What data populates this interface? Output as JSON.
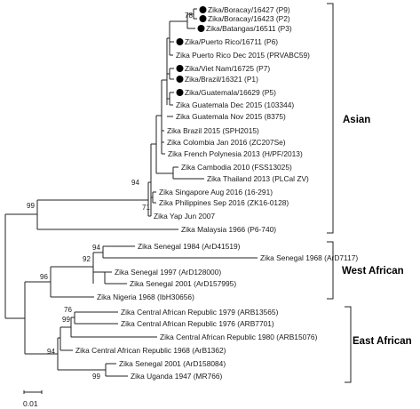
{
  "tips": [
    {
      "id": "t1",
      "label": "Zika/Boracay/16427 (P9)",
      "dot": true
    },
    {
      "id": "t2",
      "label": "Zika/Boracay/16423 (P2)",
      "dot": true
    },
    {
      "id": "t3",
      "label": "Zika/Batangas/16511 (P3)",
      "dot": true
    },
    {
      "id": "t4",
      "label": "Zika/Puerto Rico/16711 (P6)",
      "dot": true
    },
    {
      "id": "t5",
      "label": "Zika Puerto Rico Dec 2015 (PRVABC59)",
      "dot": false
    },
    {
      "id": "t6",
      "label": "Zika/Viet Nam/16725 (P7)",
      "dot": true
    },
    {
      "id": "t7",
      "label": "Zika/Brazil/16321 (P1)",
      "dot": true
    },
    {
      "id": "t8",
      "label": "Zika/Guatemala/16629 (P5)",
      "dot": true
    },
    {
      "id": "t9",
      "label": "Zika Guatemala Dec 2015 (103344)",
      "dot": false
    },
    {
      "id": "t10",
      "label": "Zika Guatemala Nov 2015 (8375)",
      "dot": false
    },
    {
      "id": "t11",
      "label": "Zika Brazil 2015 (SPH2015)",
      "dot": false
    },
    {
      "id": "t12",
      "label": "Zika Colombia Jan 2016 (ZC207Se)",
      "dot": false
    },
    {
      "id": "t13",
      "label": "Zika French Polynesia 2013 (H/PF/2013)",
      "dot": false
    },
    {
      "id": "t14",
      "label": "Zika Cambodia 2010 (FSS13025)",
      "dot": false
    },
    {
      "id": "t15",
      "label": "Zika Thailand 2013 (PLCal ZV)",
      "dot": false
    },
    {
      "id": "t16",
      "label": "Zika Singapore Aug 2016 (16-291)",
      "dot": false
    },
    {
      "id": "t17",
      "label": "Zika Philippines Sep 2016 (ZK16-0128)",
      "dot": false
    },
    {
      "id": "t18",
      "label": "Zika Yap Jun 2007",
      "dot": false
    },
    {
      "id": "t19",
      "label": "Zika Malaysia 1966 (P6-740)",
      "dot": false
    },
    {
      "id": "t20",
      "label": "Zika Senegal 1984 (ArD41519)",
      "dot": false
    },
    {
      "id": "t21",
      "label": "Zika Senegal 1968 (ArD7117)",
      "dot": false
    },
    {
      "id": "t22",
      "label": "Zika Senegal 1997 (ArD128000)",
      "dot": false
    },
    {
      "id": "t23",
      "label": "Zika Senegal 2001 (ArD157995)",
      "dot": false
    },
    {
      "id": "t24",
      "label": "Zika Nigeria 1968 (IbH30656)",
      "dot": false
    },
    {
      "id": "t25",
      "label": "Zika Central African Republic 1979 (ARB13565)",
      "dot": false
    },
    {
      "id": "t26",
      "label": "Zika Central African Republic 1976 (ARB7701)",
      "dot": false
    },
    {
      "id": "t27",
      "label": "Zika Central African Republic 1980 (ARB15076)",
      "dot": false
    },
    {
      "id": "t28",
      "label": "Zika Central African Republic 1968 (ArB1362)",
      "dot": false
    },
    {
      "id": "t29",
      "label": "Zika Senegal 2001 (ArD158084)",
      "dot": false
    },
    {
      "id": "t30",
      "label": "Zika Uganda 1947 (MR766)",
      "dot": false
    }
  ],
  "bootstrap": [
    {
      "id": "b78",
      "value": "78"
    },
    {
      "id": "b94a",
      "value": "94"
    },
    {
      "id": "b71",
      "value": "71"
    },
    {
      "id": "b99a",
      "value": "99"
    },
    {
      "id": "b94b",
      "value": "94"
    },
    {
      "id": "b92",
      "value": "92"
    },
    {
      "id": "b96",
      "value": "96"
    },
    {
      "id": "b76",
      "value": "76"
    },
    {
      "id": "b99b",
      "value": "99"
    },
    {
      "id": "b94c",
      "value": "94"
    },
    {
      "id": "b99c",
      "value": "99"
    }
  ],
  "clades": [
    {
      "id": "asian",
      "label": "Asian"
    },
    {
      "id": "west",
      "label": "West African"
    },
    {
      "id": "east",
      "label": "East African"
    }
  ],
  "scale_bar": {
    "label": "0.01"
  }
}
